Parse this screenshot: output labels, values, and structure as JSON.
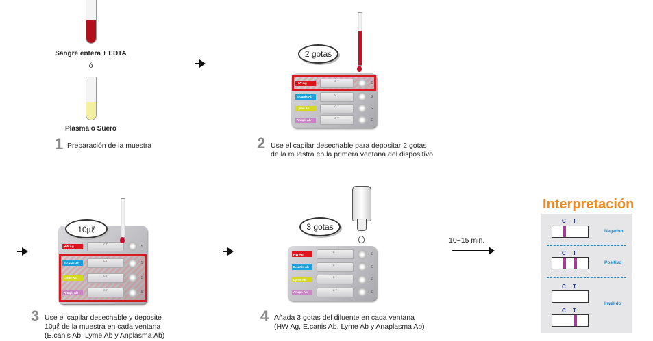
{
  "step1": {
    "number": "1",
    "text": "Preparación de la muestra",
    "tube1_label": "Sangre entera + EDTA",
    "or": "ó",
    "tube2_label": "Plasma o Suero"
  },
  "step2": {
    "number": "2",
    "line1": "Use el capilar desechable para depositar 2 gotas",
    "line2": "de la muestra en la primera ventana del dispositivo",
    "callout": "2 gotas"
  },
  "step3": {
    "number": "3",
    "line1": "Use el capilar desechable y deposite",
    "line2": "10㎕ de la muestra en cada ventana",
    "line3": "(E.canis Ab, Lyme Ab y Anplasma Ab)",
    "callout": "10㎕"
  },
  "step4": {
    "number": "4",
    "line1": "Añada 3 gotas del diluente en cada ventana",
    "line2": "(HW Ag, E.canis Ab, Lyme Ab y Anaplasma Ab)",
    "callout": "3 gotas"
  },
  "timer": "10~15 min.",
  "device": {
    "labels": [
      "HW Ag",
      "E.canis Ab",
      "Lyme Ab",
      "Anapl. Ab"
    ],
    "colors": [
      "#e0141e",
      "#1aa0dc",
      "#d4d81e",
      "#c884c4"
    ],
    "window": "C  T",
    "sample": "S"
  },
  "interpretation": {
    "title": "Interpretación",
    "c": "C",
    "t": "T",
    "results": [
      "Negativo",
      "Positivo",
      "Inválido"
    ]
  },
  "colors": {
    "blood": "#b0101c",
    "plasma": "#f4f0a0",
    "highlight": "#d81820",
    "title": "#f08a1c"
  }
}
